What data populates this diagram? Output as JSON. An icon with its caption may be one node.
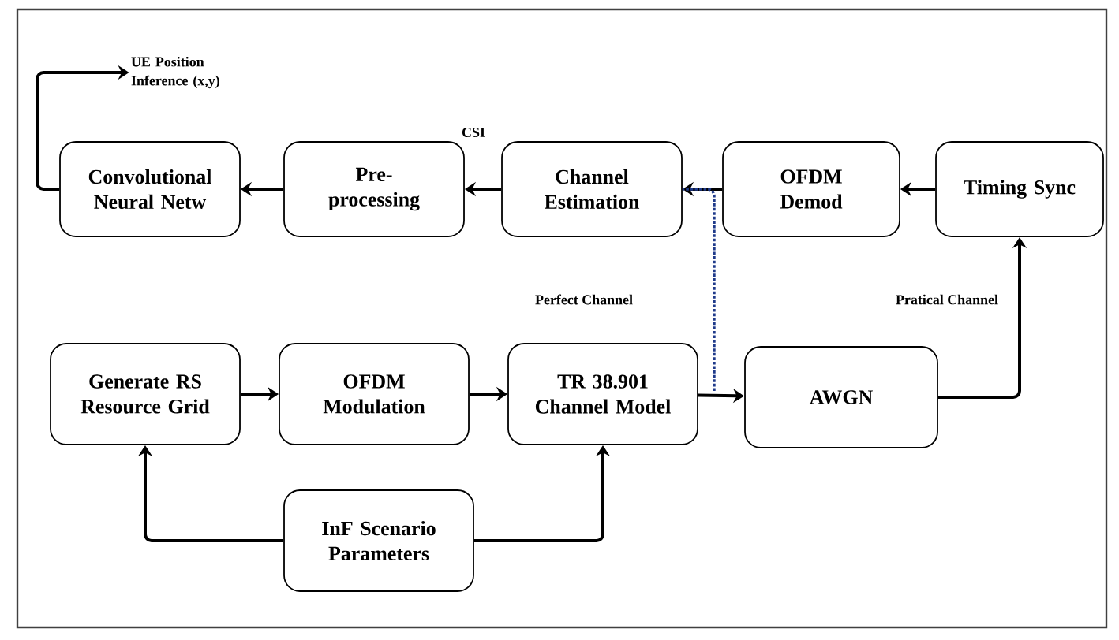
{
  "diagram": {
    "nodes": [
      {
        "text": [
          "Convolutional Neural Netw"
        ]
      },
      {
        "text": [
          "Pre- processing"
        ]
      },
      {
        "text": [
          "Channel Estimation"
        ]
      },
      {
        "text": [
          "OFDM Demod"
        ]
      },
      {
        "text": [
          "Timing Sync"
        ]
      },
      {
        "text": [
          "Generate RS Resource Grid"
        ]
      },
      {
        "text": [
          "OFDM Modulation"
        ]
      },
      {
        "text": [
          "TR 38.901 Channel Model"
        ]
      },
      {
        "text": [
          "AWGN"
        ]
      },
      {
        "text": [
          "InF Scenario Parameters"
        ]
      },
      {
        "text": [
          "UE Position Inference (x,y)"
        ]
      }
    ],
    "edges": [
      {
        "from": 1,
        "to": 0,
        "arrow": "to"
      },
      {
        "from": 2,
        "to": 1,
        "arrow": "to"
      },
      {
        "from": 3,
        "to": 2,
        "arrow": "to"
      },
      {
        "from": 4,
        "to": 3,
        "arrow": "to"
      },
      {
        "from": 5,
        "to": 6,
        "arrow": "to"
      },
      {
        "from": 6,
        "to": 7,
        "arrow": "to"
      },
      {
        "from": 7,
        "to": 8,
        "arrow": "to"
      },
      {
        "from": 8,
        "to": 4,
        "arrow": "to"
      },
      {
        "from": 9,
        "to": 5,
        "arrow": "to"
      },
      {
        "from": 9,
        "to": 7,
        "arrow": "to"
      },
      {
        "from": 0,
        "to": 10,
        "arrow": "to"
      },
      {
        "from": 7,
        "to": 2,
        "arrow": "none",
        "style": "dashed",
        "color": "#1f3a8a"
      }
    ],
    "labels": [
      "CSI",
      "Perfect Channel",
      "Pratical Channel"
    ]
  }
}
